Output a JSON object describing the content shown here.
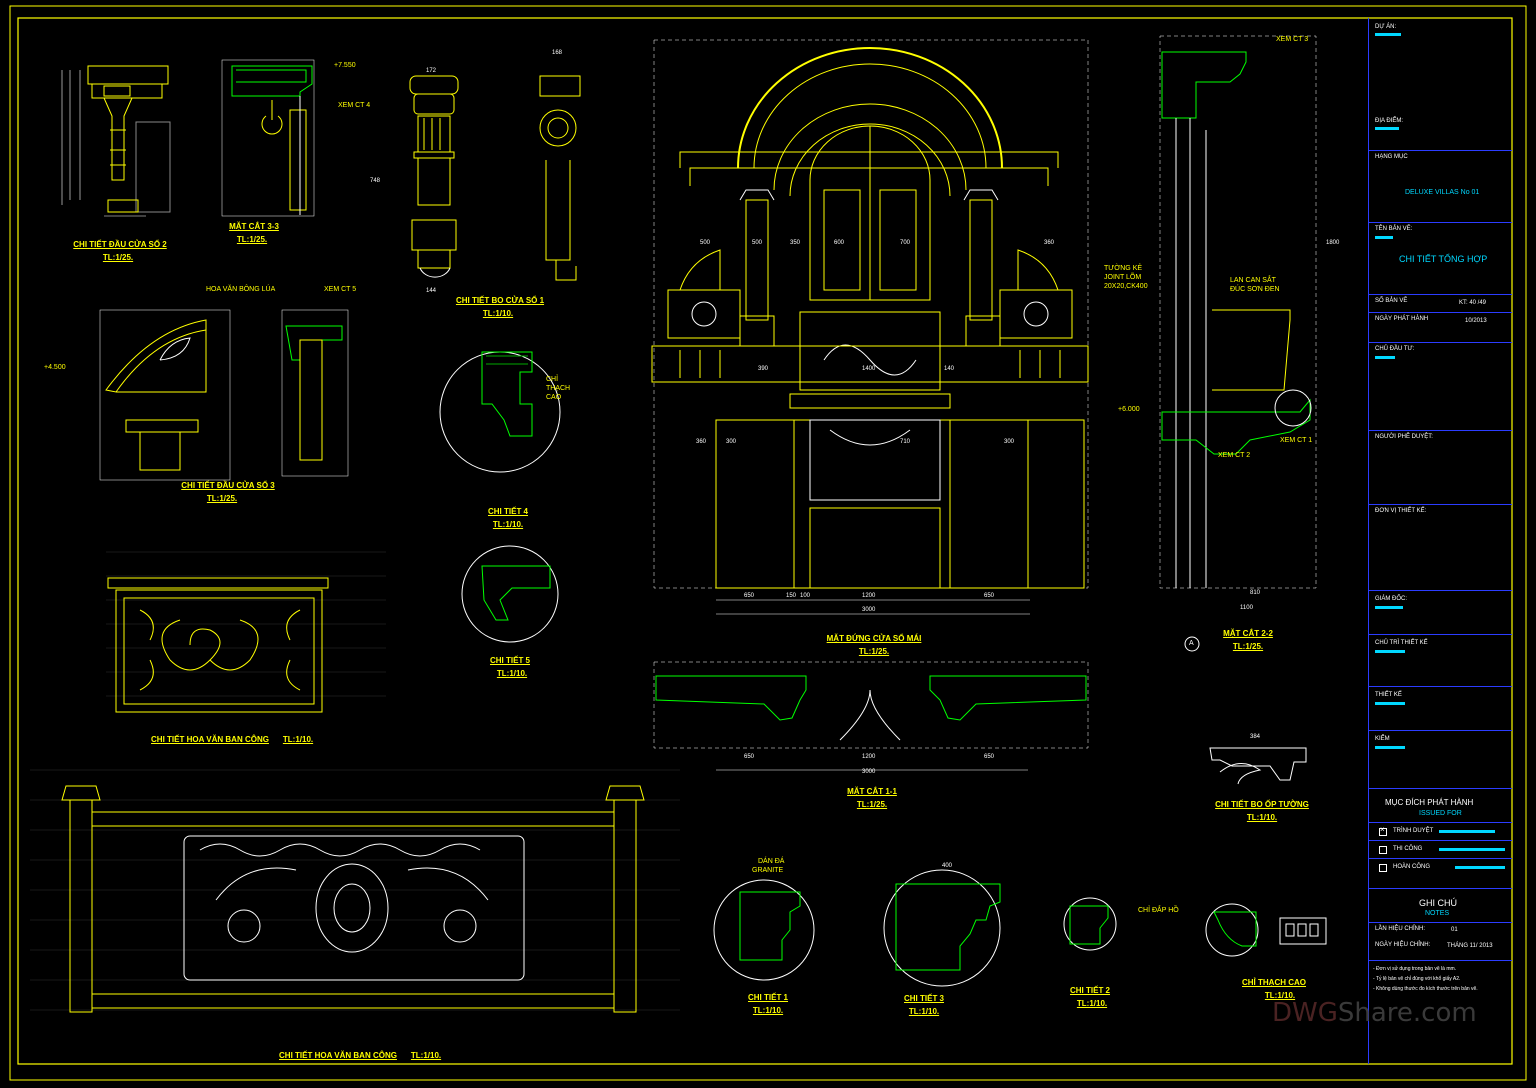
{
  "labels": {
    "window_head_2": "CHI TIẾT ĐẦU CỬA SỔ 2",
    "window_head_2_scale": "TL:1/25.",
    "section_3_3": "MẶT CẮT 3-3",
    "section_3_3_scale": "TL:1/25.",
    "window_frame_1": "CHI TIẾT BO CỬA SỔ 1",
    "window_frame_1_scale": "TL:1/10.",
    "window_head_3": "CHI TIẾT ĐẦU CỬA SỔ 3",
    "window_head_3_scale": "TL:1/25.",
    "detail_4": "CHI TIẾT 4",
    "detail_4_scale": "TL:1/10.",
    "detail_5": "CHI TIẾT 5",
    "detail_5_scale": "TL:1/10.",
    "balcony_pattern_small": "CHI TIẾT HOA VĂN BAN CÔNG",
    "balcony_pattern_small_scale": "TL:1/10.",
    "balcony_pattern_large": "CHI TIẾT HOA VĂN BAN CÔNG",
    "balcony_pattern_large_scale": "TL:1/10.",
    "elevation": "MẶT ĐỨNG CỬA SỔ MÁI",
    "elevation_scale": "TL:1/25.",
    "section_1_1": "MẶT CẮT 1-1",
    "section_1_1_scale": "TL:1/25.",
    "section_2_2": "MẶT CẮT 2-2",
    "section_2_2_scale": "TL:1/25.",
    "wall_trim": "CHI TIẾT BO ỐP TƯỜNG",
    "wall_trim_scale": "TL:1/10.",
    "detail_1": "CHI TIẾT 1",
    "detail_1_scale": "TL:1/10.",
    "detail_3": "CHI TIẾT 3",
    "detail_3_scale": "TL:1/10.",
    "detail_2": "CHI TIẾT 2",
    "detail_2_scale": "TL:1/10.",
    "plaster_trim": "CHỈ THẠCH CAO",
    "plaster_trim_scale": "TL:1/10."
  },
  "notes": {
    "see_ct4": "XEM CT 4",
    "see_ct5": "XEM CT 5",
    "see_ct3": "XEM CT 3",
    "see_ct2": "XEM CT 2",
    "see_ct1": "XEM CT 1",
    "rice_ornament": "HOA VĂN BÔNG LÚA",
    "plaster_1": "CHỈ",
    "plaster_2": "THẠCH",
    "plaster_3": "CAO",
    "joint_1": "TƯỜNG KẺ",
    "joint_2": "JOINT LÕM",
    "joint_3": "20X20,CK400",
    "rail_1": "LAN CAN SẮT",
    "rail_2": "ĐÚC SƠN ĐEN",
    "granite_1": "DÁN ĐÁ",
    "granite_2": "GRANITE",
    "step_trim": "CHỈ ĐẮP HỒ",
    "level_a": "+7.550",
    "level_b": "+4.500",
    "level_c": "+6.000",
    "axis_a": "A"
  },
  "dims": {
    "d3000": "3000",
    "d1200": "1200",
    "d650": "650",
    "d150": "150",
    "d100": "100",
    "d500": "500",
    "d350": "350",
    "d600": "600",
    "d700": "700",
    "d360": "360",
    "d300": "300",
    "d390": "390",
    "d140": "140",
    "d1400": "1400",
    "d710": "710",
    "d172": "172",
    "d144": "144",
    "d168": "168",
    "d1100": "1100",
    "d810": "810",
    "d384": "384",
    "d400": "400",
    "d1800": "1800",
    "d748": "748"
  },
  "titleblock": {
    "project": "DỰ ÁN:",
    "location": "ĐỊA ĐIỂM:",
    "item": "HẠNG MỤC",
    "item_value": "DELUXE VILLAS No 01",
    "drawing_name": "TÊN BẢN VẼ:",
    "drawing_value": "CHI TIẾT TỔNG HỢP",
    "sheet_no": "SỐ BẢN VẼ",
    "sheet_value": "KT: 40 /49",
    "issue_date": "NGÀY PHÁT HÀNH",
    "issue_value": "10/2013",
    "investor": "CHỦ ĐẦU TƯ:",
    "approver": "NGƯỜI PHÊ DUYỆT:",
    "designer_unit": "ĐƠN VỊ THIẾT KẾ:",
    "director": "GIÁM ĐỐC:",
    "lead_designer": "CHỦ TRÌ THIẾT KẾ",
    "designer": "THIẾT KẾ",
    "checker": "KIỂM",
    "purpose": "MỤC ĐÍCH PHÁT HÀNH",
    "issued_for": "ISSUED FOR",
    "opt1": "TRÌNH DUYỆT",
    "opt2": "THI CÔNG",
    "opt3": "HOÀN CÔNG",
    "notes_title": "GHI CHÚ",
    "notes_en": "NOTES",
    "revision_no": "LẦN HIỆU CHỈNH:",
    "revision_value": "01",
    "revision_date": "NGÀY HIỆU CHỈNH:",
    "revision_date_value": "THÁNG 11/ 2013",
    "note1": "- Đơn vị sử dụng trong bản vẽ là mm.",
    "note2": "- Tỷ lệ bản vẽ chỉ đúng với khổ giấy A2.",
    "note3": "- Không dùng thước đo kích thước trên bản vẽ."
  },
  "watermark": {
    "part1": "DWG",
    "part2": "Share.com"
  },
  "colors": {
    "line": "#ffff00",
    "hatch": "#00ff00",
    "dim": "#ffffff",
    "frame": "#2b3cff",
    "accent": "#00d8ff"
  }
}
